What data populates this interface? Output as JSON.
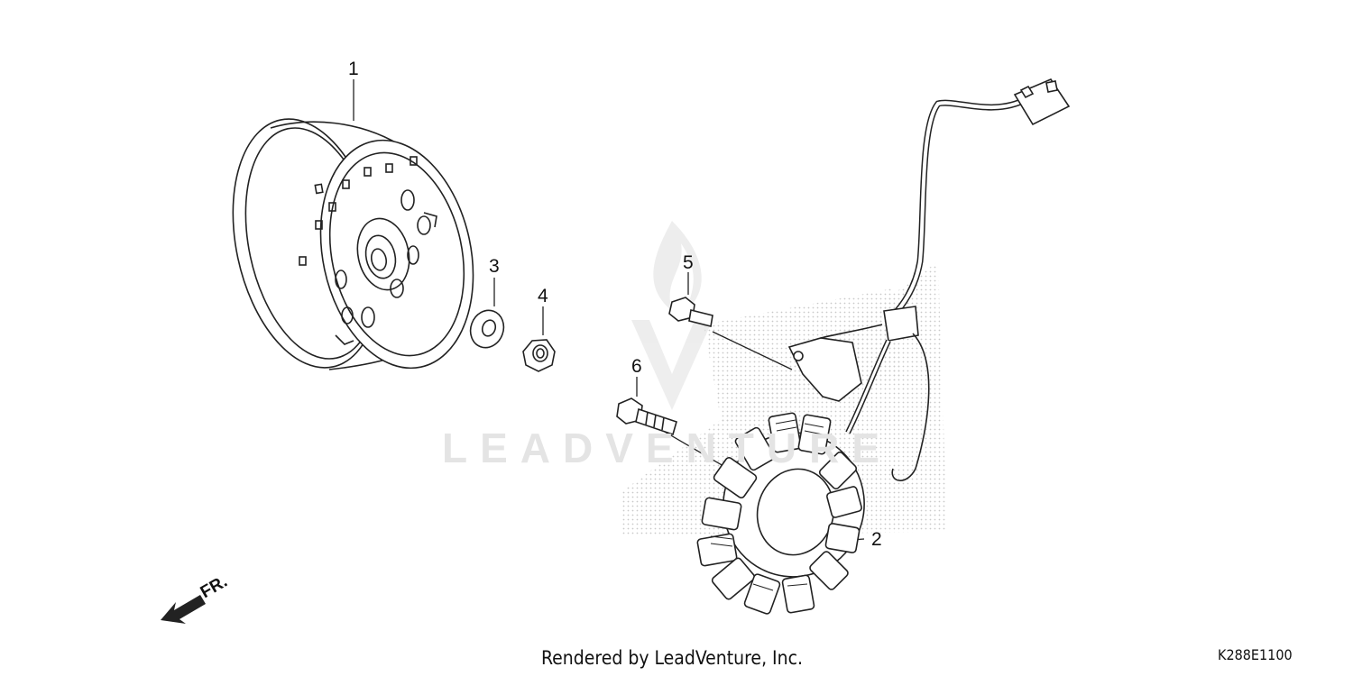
{
  "callouts": {
    "p1": "1",
    "p2": "2",
    "p3": "3",
    "p4": "4",
    "p5": "5",
    "p6": "6"
  },
  "direction_label": "FR.",
  "watermark_text": "LEADVENTURE",
  "footer": {
    "credit": "Rendered by LeadVenture, Inc.",
    "diagram_code": "K288E1100"
  },
  "icons": [
    "flywheel-icon",
    "stator-icon",
    "washer-icon",
    "nut-icon",
    "bolt-icon",
    "front-arrow-icon",
    "leadventure-logo"
  ]
}
